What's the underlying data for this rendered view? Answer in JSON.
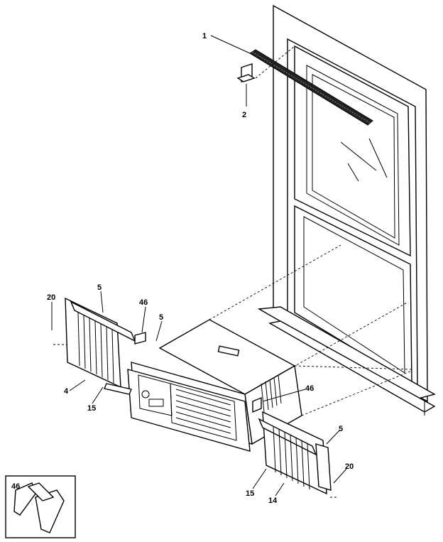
{
  "labels": {
    "l1": "1",
    "l2": "2",
    "l20a": "20",
    "l5a": "5",
    "l46a": "46",
    "l5b": "5",
    "l4": "4",
    "l15a": "15",
    "l46b": "46",
    "l5c": "5",
    "l20b": "20",
    "l15b": "15",
    "l14": "14",
    "l46c": "46"
  }
}
